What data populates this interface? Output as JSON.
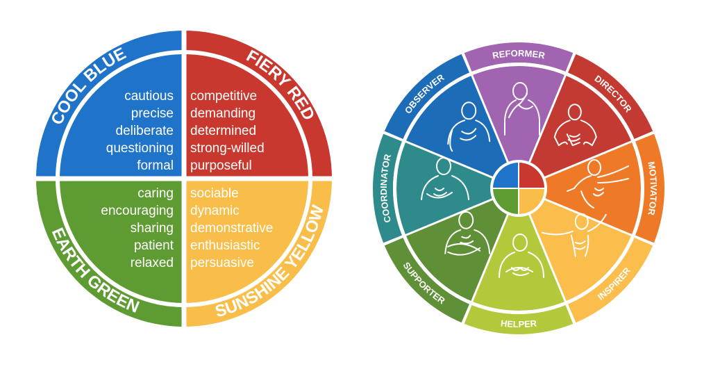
{
  "left_wheel": {
    "quadrants": [
      {
        "id": "cool-blue",
        "label": "COOL BLUE",
        "color": "#1f74c9",
        "traits": [
          "cautious",
          "precise",
          "deliberate",
          "questioning",
          "formal"
        ]
      },
      {
        "id": "fiery-red",
        "label": "FIERY RED",
        "color": "#c8382e",
        "traits": [
          "competitive",
          "demanding",
          "determined",
          "strong-willed",
          "purposeful"
        ]
      },
      {
        "id": "earth-green",
        "label": "EARTH GREEN",
        "color": "#5f9b33",
        "traits": [
          "caring",
          "encouraging",
          "sharing",
          "patient",
          "relaxed"
        ]
      },
      {
        "id": "sunshine-yellow",
        "label": "SUNSHINE YELLOW",
        "color": "#f9bd4a",
        "traits": [
          "sociable",
          "dynamic",
          "demonstrative",
          "enthusiastic",
          "persuasive"
        ]
      }
    ]
  },
  "right_wheel": {
    "center_colors": [
      "#c8382e",
      "#f9bd4a",
      "#5f9b33",
      "#1f74c9"
    ],
    "types": [
      {
        "label": "REFORMER",
        "color": "#a064b0",
        "icon": "person-hand-on-chin-icon"
      },
      {
        "label": "DIRECTOR",
        "color": "#c23a31",
        "icon": "person-hands-on-hips-icon"
      },
      {
        "label": "MOTIVATOR",
        "color": "#ee7a28",
        "icon": "person-pointing-icon"
      },
      {
        "label": "INSPIRER",
        "color": "#fbbd4b",
        "icon": "person-arms-open-icon"
      },
      {
        "label": "HELPER",
        "color": "#b4c83b",
        "icon": "person-hands-on-chest-icon"
      },
      {
        "label": "SUPPORTER",
        "color": "#5f8f36",
        "icon": "person-arms-crossed-icon"
      },
      {
        "label": "COORDINATOR",
        "color": "#2f8b8b",
        "icon": "person-hand-on-belly-icon"
      },
      {
        "label": "OBSERVER",
        "color": "#1d6cb8",
        "icon": "person-thinking-icon"
      }
    ]
  }
}
